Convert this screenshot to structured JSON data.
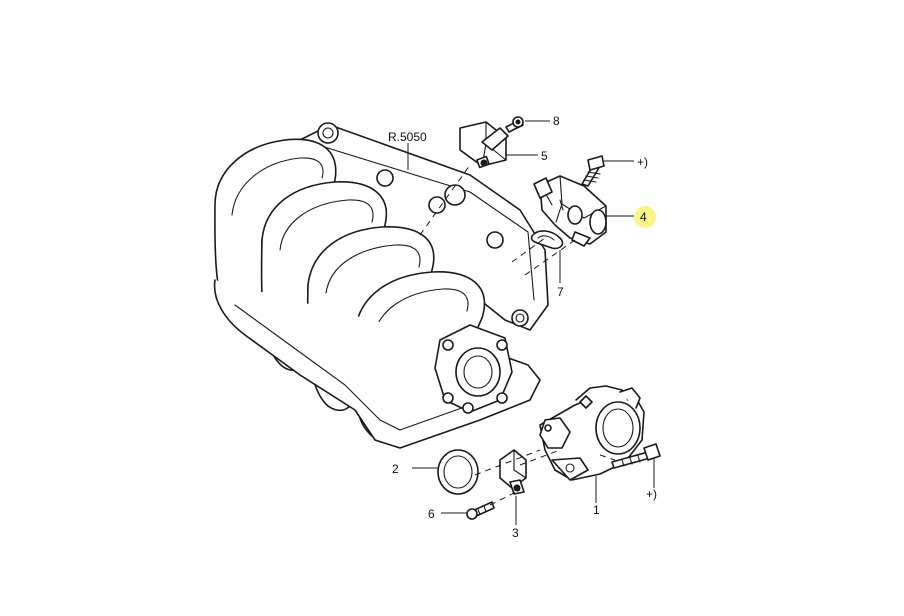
{
  "callouts": {
    "ref": "R.5050",
    "p1": "1",
    "p2": "2",
    "p3": "3",
    "p4": "4",
    "p5": "5",
    "p6": "6",
    "p7": "7",
    "p8": "8",
    "plus_upper": "+)",
    "plus_lower": "+)"
  },
  "colors": {
    "highlight": "#fbf488",
    "line": "#1a1a1a"
  },
  "highlighted_callout": "4"
}
